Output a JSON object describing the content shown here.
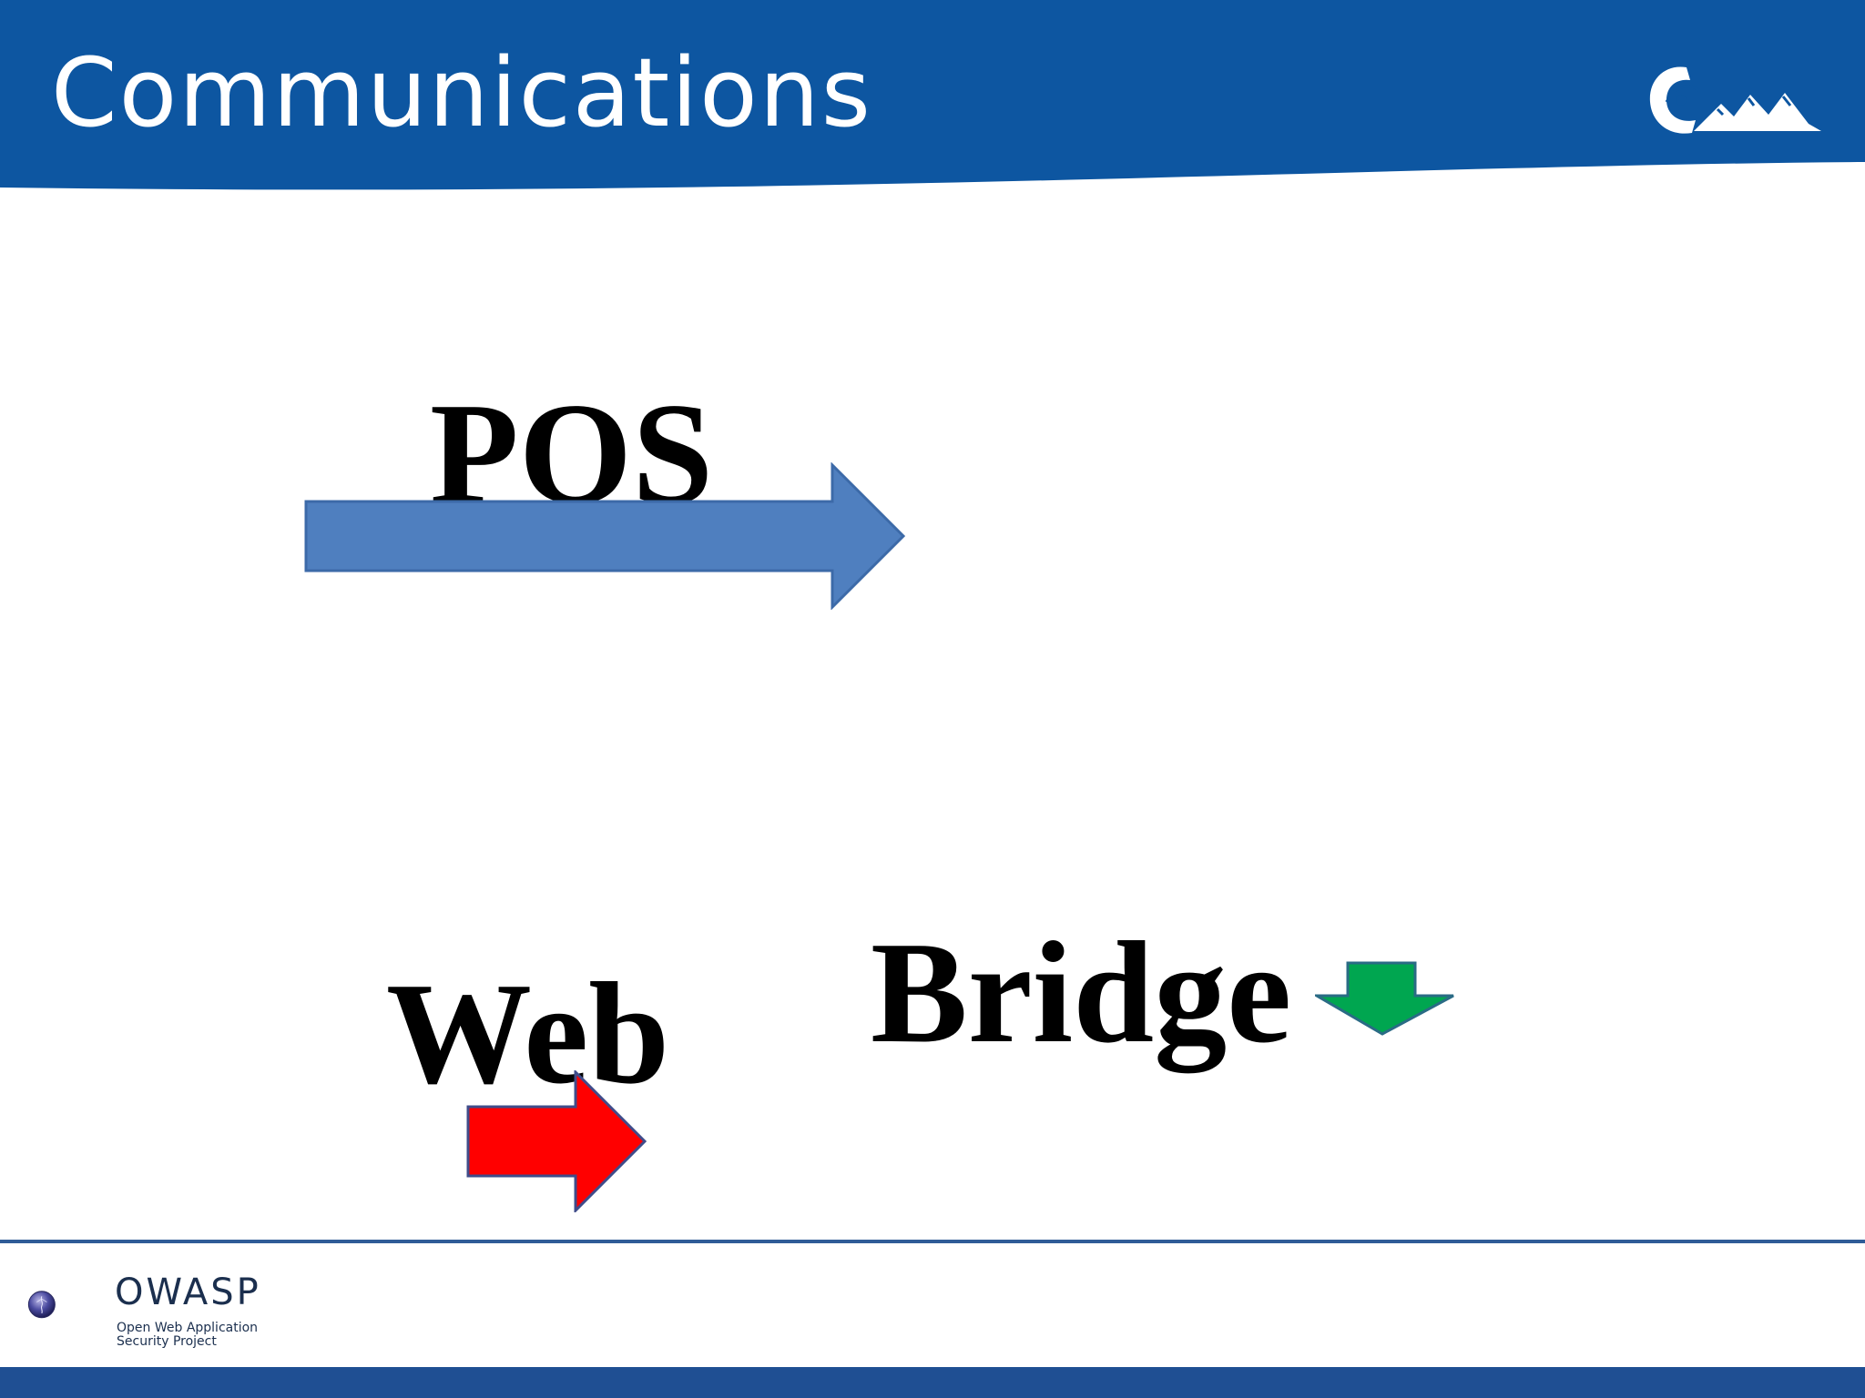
{
  "slide": {
    "title": "Communications"
  },
  "diagram": {
    "labels": {
      "pos": "POS",
      "web": "Web",
      "bridge": "Bridge"
    },
    "arrows": {
      "pos_arrow": {
        "direction": "right",
        "color": "#4f7fbf"
      },
      "web_arrow": {
        "direction": "right",
        "color": "#ff0000"
      },
      "bridge_arrow": {
        "direction": "down",
        "color": "#00a650"
      }
    }
  },
  "footer": {
    "org_name": "OWASP",
    "org_tagline_line1": "Open Web Application",
    "org_tagline_line2": "Security Project"
  },
  "colors": {
    "header_blue": "#0d56a1",
    "footer_blue": "#1f4f93"
  },
  "icons": {
    "corner_logo": "mountain-logo-icon",
    "footer_logo": "owasp-globe-icon"
  }
}
